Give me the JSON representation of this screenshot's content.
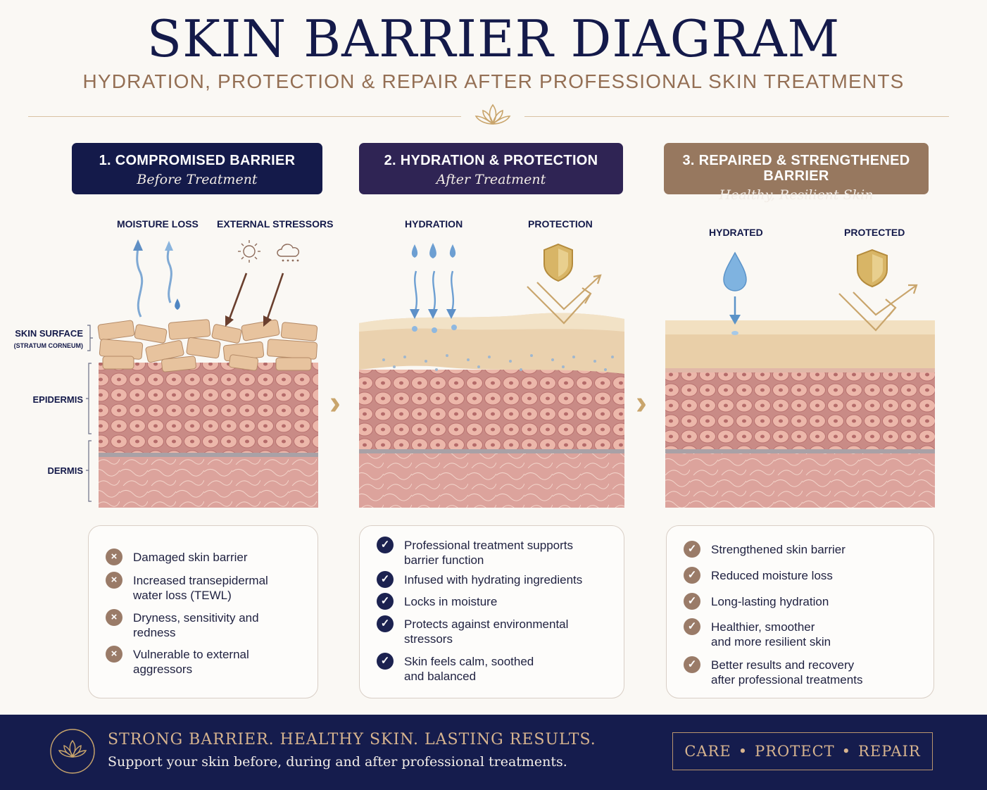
{
  "header": {
    "title": "SKIN BARRIER DIAGRAM",
    "subtitle": "HYDRATION, PROTECTION & REPAIR AFTER PROFESSIONAL SKIN TREATMENTS"
  },
  "colors": {
    "navy": "#141a4a",
    "purple": "#2f2454",
    "taupe": "#97785f",
    "gold": "#c9a56c",
    "check": "#1c2250",
    "cross": "#9a7b68",
    "footer": "#151c4d"
  },
  "steps": [
    {
      "title": "1. COMPROMISED BARRIER",
      "subtitle": "Before Treatment"
    },
    {
      "title": "2. HYDRATION & PROTECTION",
      "subtitle": "After Treatment"
    },
    {
      "title": "3. REPAIRED & STRENGTHENED BARRIER",
      "subtitle": "Healthy, Resilient Skin"
    }
  ],
  "panel_labels": {
    "moisture_loss": "MOISTURE LOSS",
    "external_stressors": "EXTERNAL STRESSORS",
    "hydration": "HYDRATION",
    "protection": "PROTECTION",
    "hydrated": "HYDRATED",
    "protected": "PROTECTED"
  },
  "layers": {
    "skin_surface": "SKIN SURFACE",
    "stratum": "(STRATUM CORNEUM)",
    "epidermis": "EPIDERMIS",
    "dermis": "DERMIS"
  },
  "lists": {
    "before": [
      {
        "line1": "Damaged skin barrier",
        "line2": ""
      },
      {
        "line1": "Increased transepidermal",
        "line2": "water loss (TEWL)"
      },
      {
        "line1": "Dryness, sensitivity and",
        "line2": "redness"
      },
      {
        "line1": "Vulnerable to external",
        "line2": "aggressors"
      }
    ],
    "after": [
      {
        "line1": "Professional treatment supports",
        "line2": "barrier function"
      },
      {
        "line1": "Infused with hydrating ingredients",
        "line2": ""
      },
      {
        "line1": "Locks in moisture",
        "line2": ""
      },
      {
        "line1": "Protects against environmental",
        "line2": "stressors"
      },
      {
        "line1": "Skin feels calm, soothed",
        "line2": "and balanced"
      }
    ],
    "repaired": [
      {
        "line1": "Strengthened skin barrier",
        "line2": ""
      },
      {
        "line1": "Reduced moisture loss",
        "line2": ""
      },
      {
        "line1": "Long-lasting hydration",
        "line2": ""
      },
      {
        "line1": "Healthier, smoother",
        "line2": "and more resilient skin"
      },
      {
        "line1": "Better results and recovery",
        "line2": "after professional treatments"
      }
    ]
  },
  "icons": {
    "cross": "×",
    "check": "✓",
    "chevron": "›"
  },
  "footer": {
    "tagline": "STRONG BARRIER. HEALTHY SKIN. LASTING RESULTS.",
    "sub": "Support your skin before, during and after professional treatments.",
    "words": [
      "CARE",
      "PROTECT",
      "REPAIR"
    ],
    "separator": "•"
  }
}
